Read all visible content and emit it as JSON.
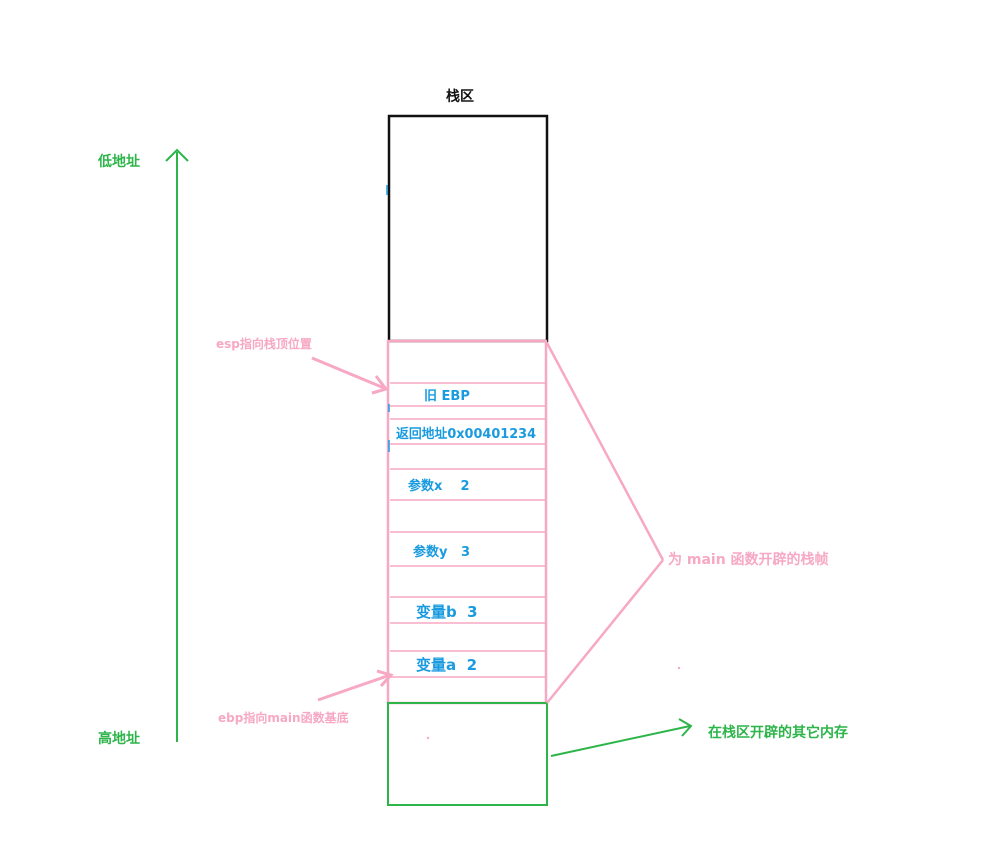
{
  "title": "栈区",
  "left_axis": {
    "top_label": "低地址",
    "bottom_label": "高地址"
  },
  "stack_slots": [
    {
      "label": "旧 EBP"
    },
    {
      "label": "返回地址0x00401234"
    },
    {
      "label": "参数x    2"
    },
    {
      "label": "参数y   3"
    },
    {
      "label": "变量b  3"
    },
    {
      "label": "变量a  2"
    }
  ],
  "annotations": {
    "esp": "esp指向栈顶位置",
    "ebp": "ebp指向main函数基底",
    "frame": "为 main 函数开辟的栈帧",
    "other_memory": "在栈区开辟的其它内存"
  },
  "colors": {
    "green": "#2db54a",
    "pink": "#f7a8c4",
    "blue": "#1a9be0",
    "black": "#111111"
  }
}
